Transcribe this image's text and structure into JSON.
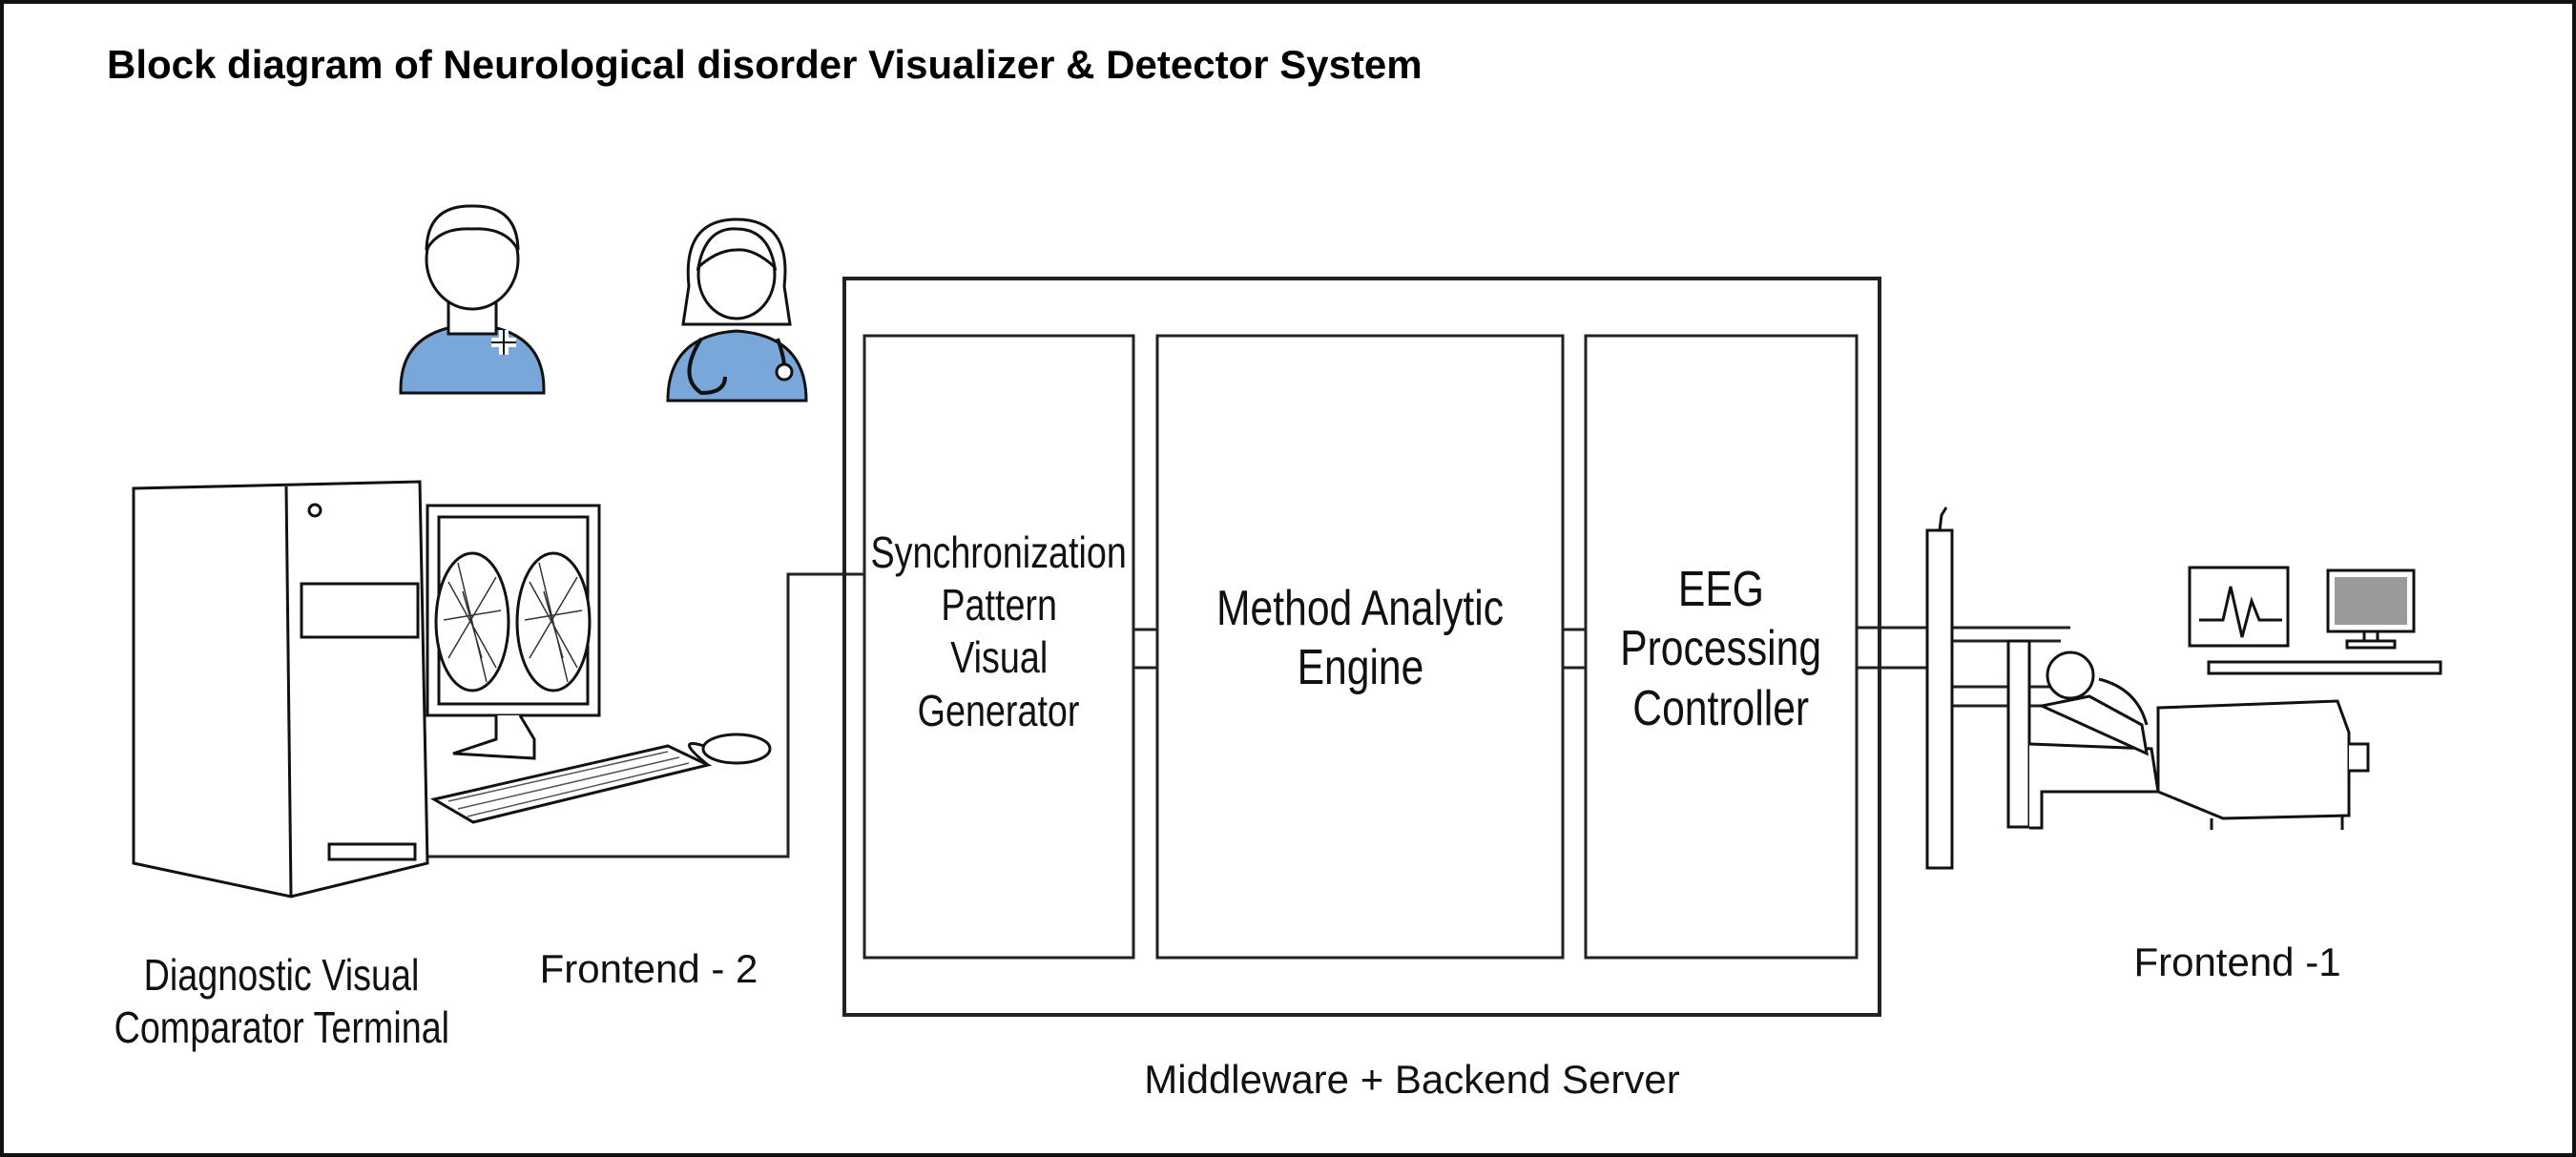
{
  "title": "Block diagram of Neurological disorder Visualizer & Detector System",
  "blocks": {
    "sync": [
      "Synchronization",
      "Pattern",
      "Visual",
      "Generator"
    ],
    "method": [
      "Method Analytic",
      "Engine"
    ],
    "eeg": [
      "EEG",
      "Processing",
      "Controller"
    ]
  },
  "labels": {
    "terminal": [
      "Diagnostic Visual",
      "Comparator Terminal"
    ],
    "frontend2": "Frontend - 2",
    "frontend1": "Frontend -1",
    "server": "Middleware + Backend Server"
  },
  "icons": [
    "doctor-male-icon",
    "doctor-female-icon",
    "computer-workstation-icon",
    "hospital-bed-icon",
    "ecg-monitor-icon",
    "display-monitor-icon"
  ],
  "colors": {
    "accent": "#7aa7d9",
    "line": "#222222"
  }
}
